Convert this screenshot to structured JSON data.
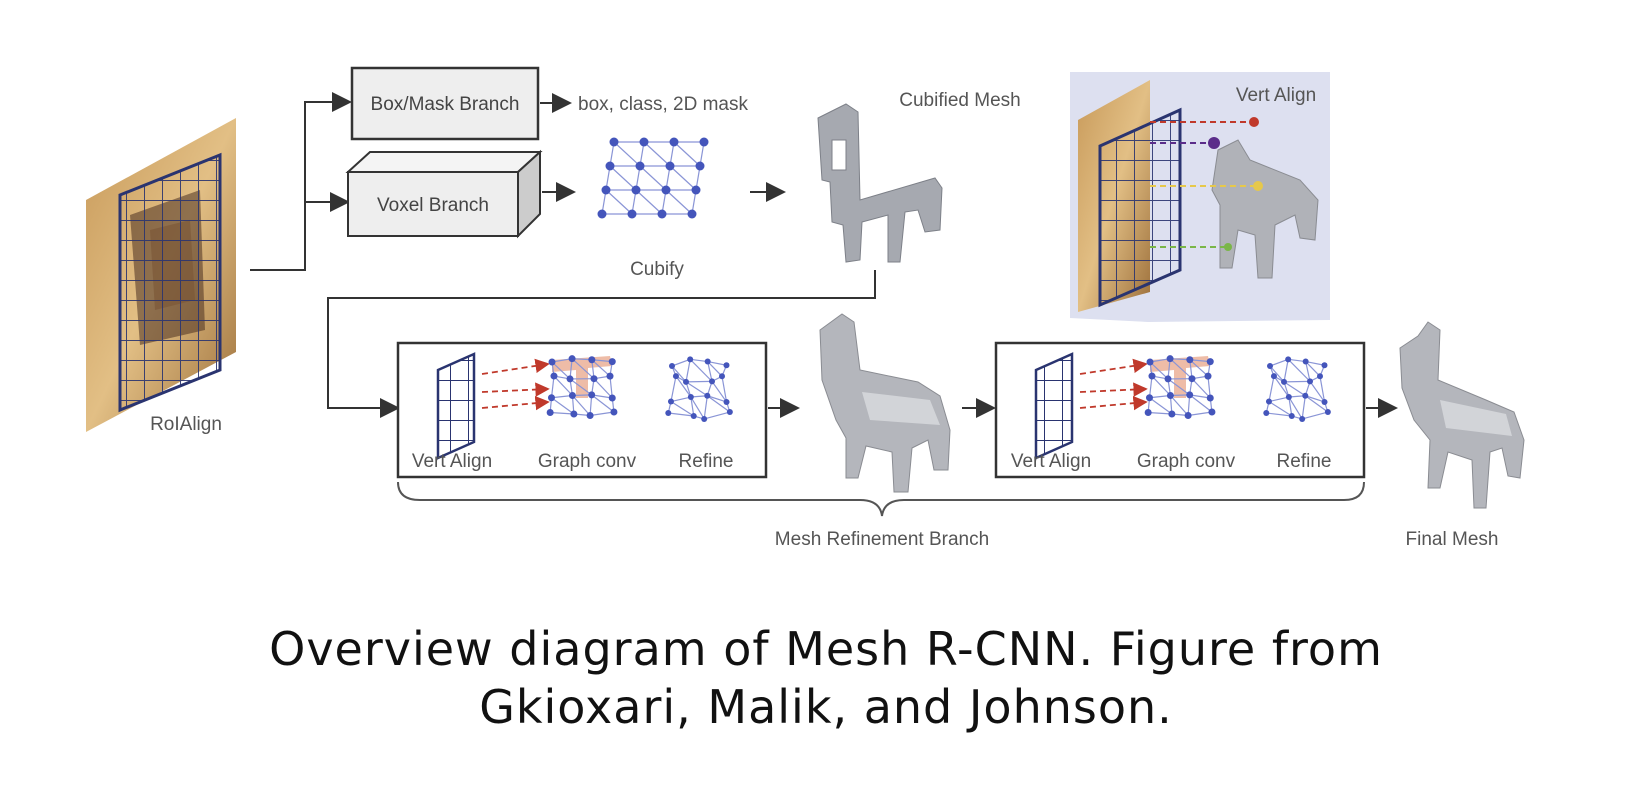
{
  "labels": {
    "roialign": "RoIAlign",
    "box_mask_branch": "Box/Mask Branch",
    "box_mask_output": "box, class, 2D mask",
    "voxel_branch": "Voxel Branch",
    "cubify": "Cubify",
    "cubified_mesh": "Cubified Mesh",
    "vert_align_top": "Vert Align",
    "stage1_vert_align": "Vert Align",
    "stage1_graph_conv": "Graph conv",
    "stage1_refine": "Refine",
    "stage2_vert_align": "Vert Align",
    "stage2_graph_conv": "Graph conv",
    "stage2_refine": "Refine",
    "mesh_refinement_branch": "Mesh Refinement Branch",
    "final_mesh": "Final Mesh"
  },
  "caption": {
    "line1": "Overview diagram of Mesh R-CNN. Figure from",
    "line2": "Gkioxari, Malik, and Johnson."
  },
  "colors": {
    "arrow": "#333333",
    "box_fill": "#eeeeee",
    "graph_node": "#4455bb",
    "grid_line": "#2a3470",
    "mesh_gray": "#a6a9b0",
    "highlight_panel": "#dde0f0",
    "graphconv_highlight": "#e8a58a"
  }
}
